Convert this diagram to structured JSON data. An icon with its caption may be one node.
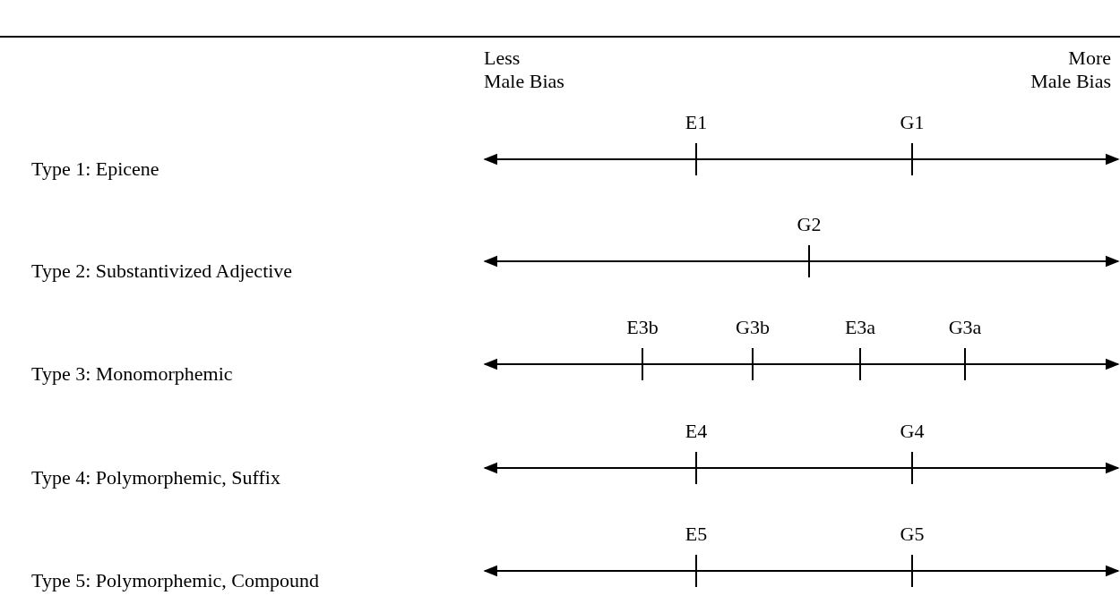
{
  "diagram": {
    "labels": [
      "Less Male Bias",
      "More Male Bias",
      "E1",
      "G1",
      "Type 1: Epicene",
      "G2",
      "Type 2: Substantivized Adjective",
      "E3b",
      "G3b",
      "E3a",
      "G3a",
      "Type 3: Monomorphemic",
      "E4",
      "G4",
      "Type 4: Polymorphemic, Suffix",
      "E5",
      "G5",
      "Type 5: Polymorphemic, Compound"
    ]
  }
}
